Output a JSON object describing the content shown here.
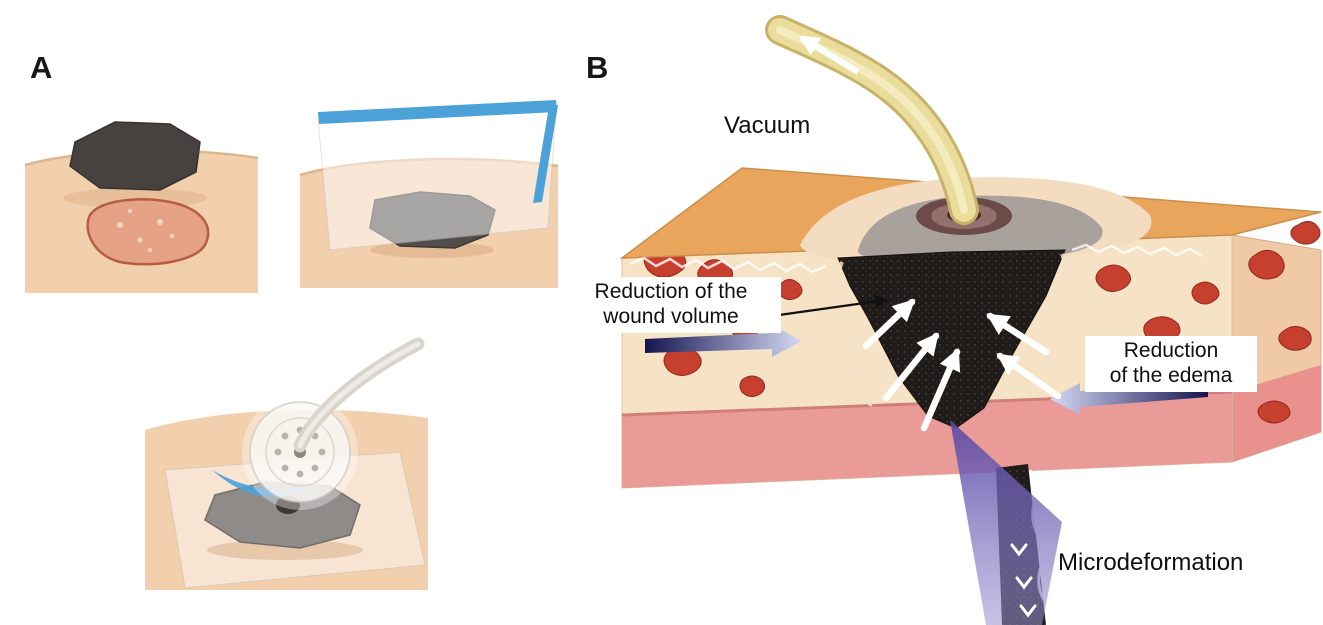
{
  "figure": {
    "panel_a": {
      "letter": "A"
    },
    "panel_b": {
      "letter": "B"
    }
  },
  "labels": {
    "vacuum": "Vacuum",
    "wound_volume": {
      "line1": "Reduction of the",
      "line2": "wound volume"
    },
    "edema": {
      "line1": "Reduction",
      "line2": "of the edema"
    },
    "microdeformation": "Microdeformation"
  },
  "palette": {
    "skin": "#f2cfad",
    "foam_dark": "#47423f",
    "film_blue": "#4ba1d8",
    "top_surface_orange": "#e9a55b",
    "fat_layer_cream": "#f6e3c6",
    "dermis_pink": "#ea9b97",
    "wound_foam_black": "#1f1b19",
    "vessel_red": "#c7402f",
    "tube_yellow": "#eadd9b",
    "microdeformation_purple": "#5a4aa5",
    "edema_arrow_navy": "#141450"
  }
}
